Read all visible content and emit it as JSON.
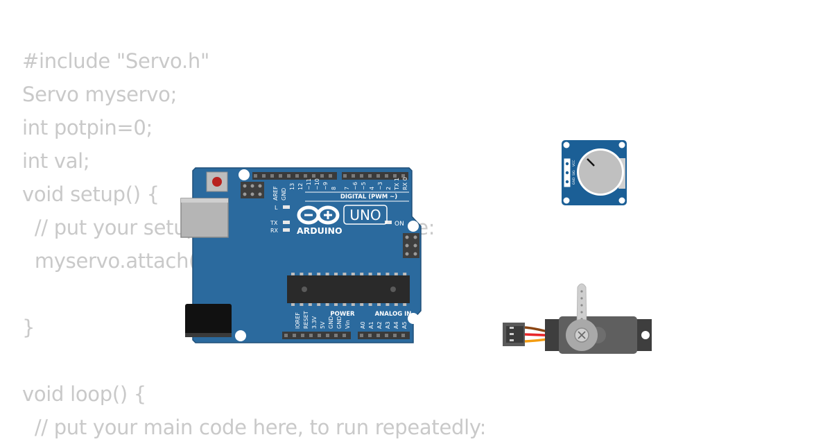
{
  "code": {
    "lines": [
      "#include \"Servo.h\"",
      "Servo myservo;",
      "int potpin=0;",
      "int val;",
      "void setup() {",
      "  // put your setup code here, to run once:",
      "  myservo.attach(9);",
      "",
      "}",
      "",
      "void loop() {",
      "  // put your main code here, to run repeatedly:"
    ]
  },
  "arduino": {
    "digital_label": "DIGITAL (PWM ~)",
    "aref": "AREF",
    "gnd": "GND",
    "digital_pins": [
      "13",
      "12",
      "~11",
      "~10",
      "~9",
      "8",
      "7",
      "~6",
      "~5",
      "4",
      "~3",
      "2",
      "TX 1",
      "RX 0"
    ],
    "l_label": "L",
    "tx_label": "TX",
    "rx_label": "RX",
    "on_label": "ON",
    "brand": "ARDUINO",
    "model": "UNO",
    "power_label": "POWER",
    "analog_label": "ANALOG IN",
    "power_pins": [
      "IOREF",
      "RESET",
      "3.3V",
      "5V",
      "GND",
      "GND",
      "Vin"
    ],
    "analog_pins": [
      "A0",
      "A1",
      "A2",
      "A3",
      "A4",
      "A5"
    ]
  },
  "potentiometer": {
    "pins": [
      "GND",
      "SIG",
      "VCC"
    ]
  },
  "colors": {
    "code_text": "#c9c9c9",
    "board": "#2b6a9e",
    "board_dark": "#1f4f78",
    "pot_board": "#1b5f96",
    "servo_body": "#5f5f5f",
    "wire_brown": "#8b4513",
    "wire_red": "#e8262a",
    "wire_orange": "#f39c12"
  },
  "icons": {
    "arduino_logo": "infinity-plus-minus-icon",
    "reset_button": "reset-button-icon"
  }
}
